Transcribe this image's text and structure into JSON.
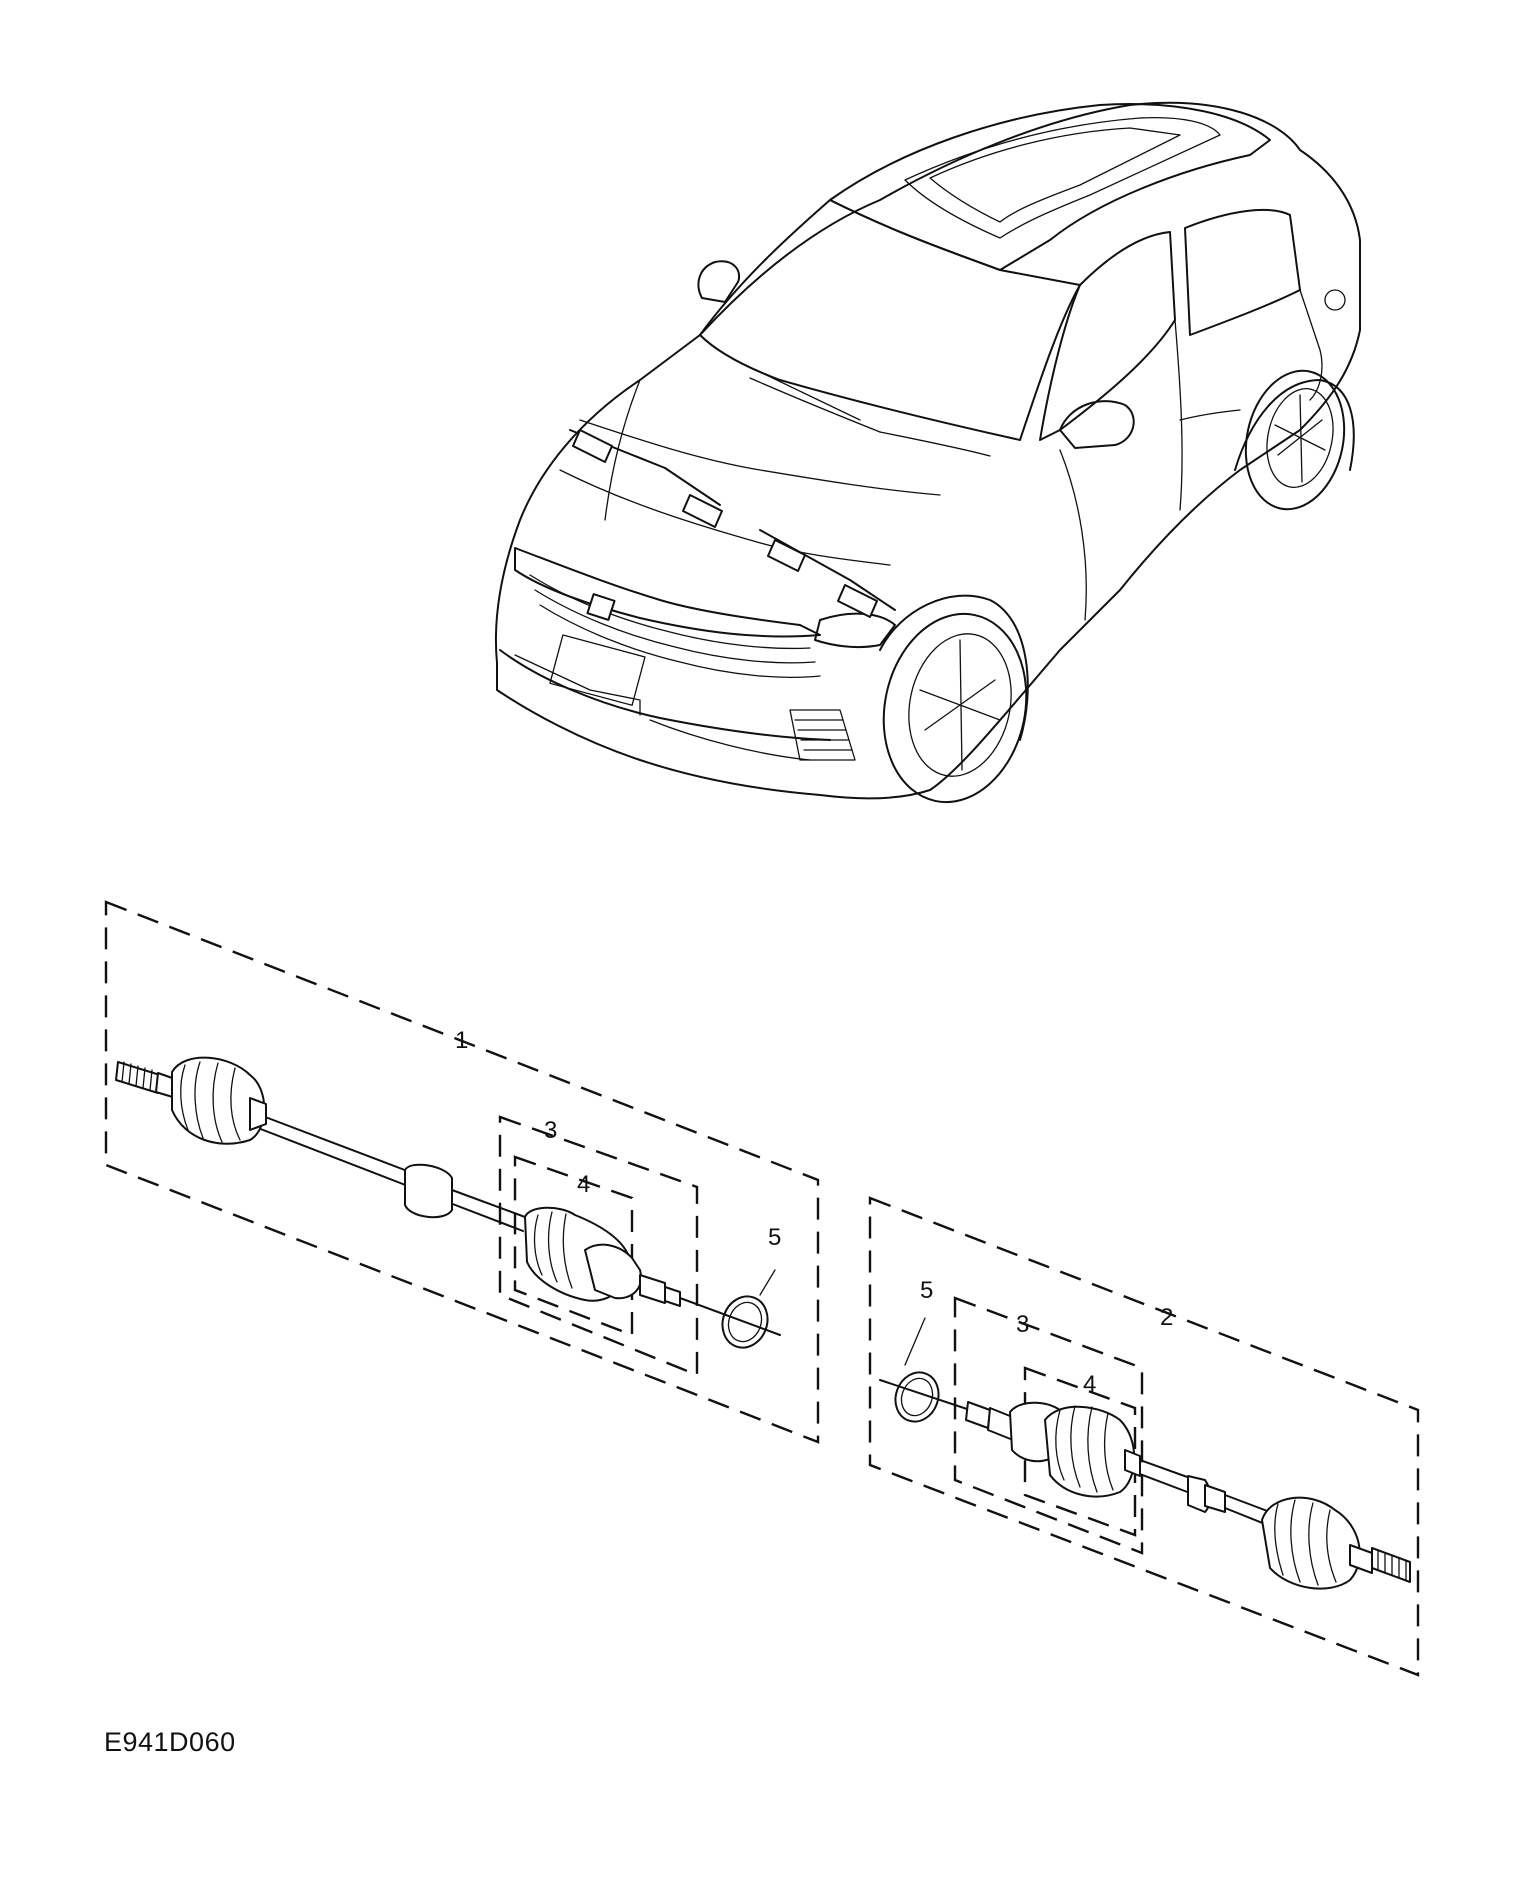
{
  "figure": {
    "code": "E941D060"
  },
  "callouts": {
    "assembly_left": "1",
    "assembly_right": "2",
    "inner_joint_left": "3",
    "boot_left": "4",
    "clip_left": "5",
    "inner_joint_right": "3",
    "boot_right": "4",
    "clip_right": "5"
  },
  "colors": {
    "line": "#111111",
    "background": "#ffffff"
  }
}
